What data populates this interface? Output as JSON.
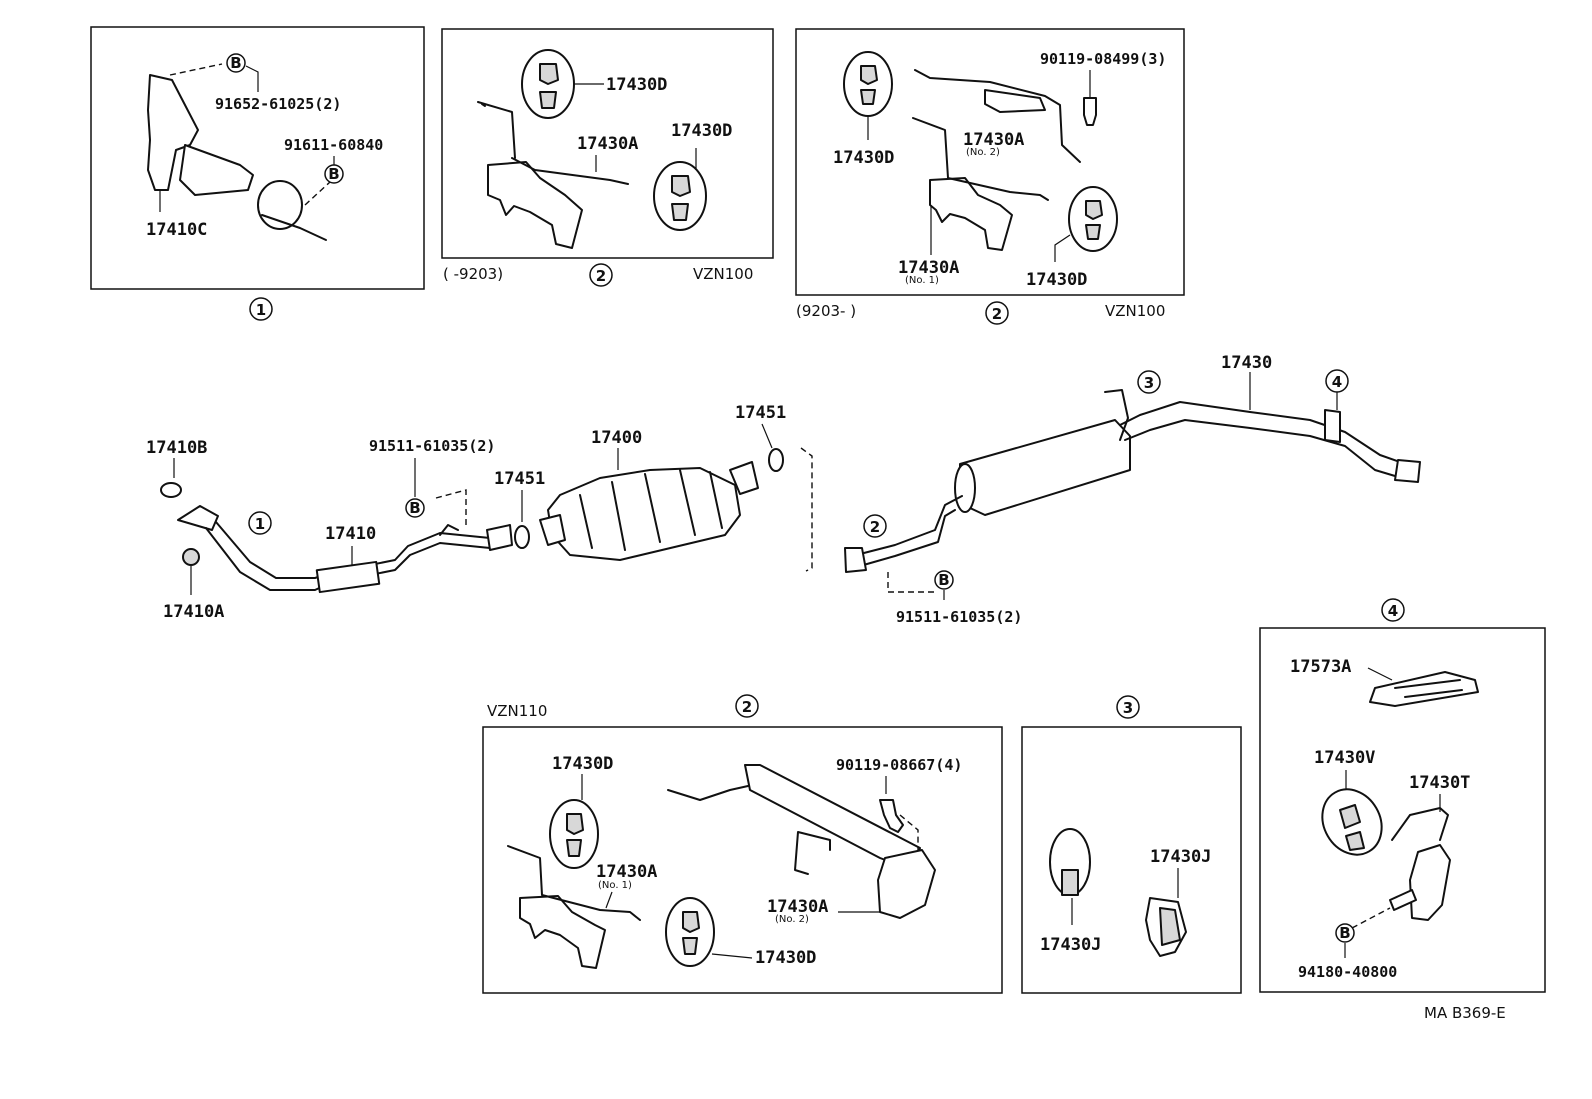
{
  "diagram_id": "MA B369-E",
  "callout_numbers": {
    "one": "1",
    "two": "2",
    "three": "3",
    "four": "4"
  },
  "badge_letter": "B",
  "box1": {
    "labels": [
      "91652-61025(2)",
      "91611-60840",
      "17410C"
    ]
  },
  "box2a": {
    "labels": [
      "17430D",
      "17430A",
      "17430D"
    ],
    "range": "(     -9203)",
    "model": "VZN100"
  },
  "box2b": {
    "labels": [
      "90119-08499(3)",
      "17430D",
      "17430A",
      "17430A",
      "17430D"
    ],
    "sub_no2": "(No. 2)",
    "sub_no1": "(No. 1)",
    "range": "(9203-        )",
    "model": "VZN100"
  },
  "main": {
    "labels": [
      "17410B",
      "17410A",
      "91511-61035(2)",
      "17410",
      "17451",
      "17400",
      "17451",
      "17430",
      "91511-61035(2)"
    ]
  },
  "box2c": {
    "model": "VZN110",
    "labels": [
      "17430D",
      "90119-08667(4)",
      "17430A",
      "17430A",
      "17430D"
    ],
    "sub_no1": "(No. 1)",
    "sub_no2": "(No. 2)"
  },
  "box3": {
    "labels": [
      "17430J",
      "17430J"
    ]
  },
  "box4": {
    "labels": [
      "17573A",
      "17430V",
      "17430T",
      "94180-40800"
    ]
  }
}
